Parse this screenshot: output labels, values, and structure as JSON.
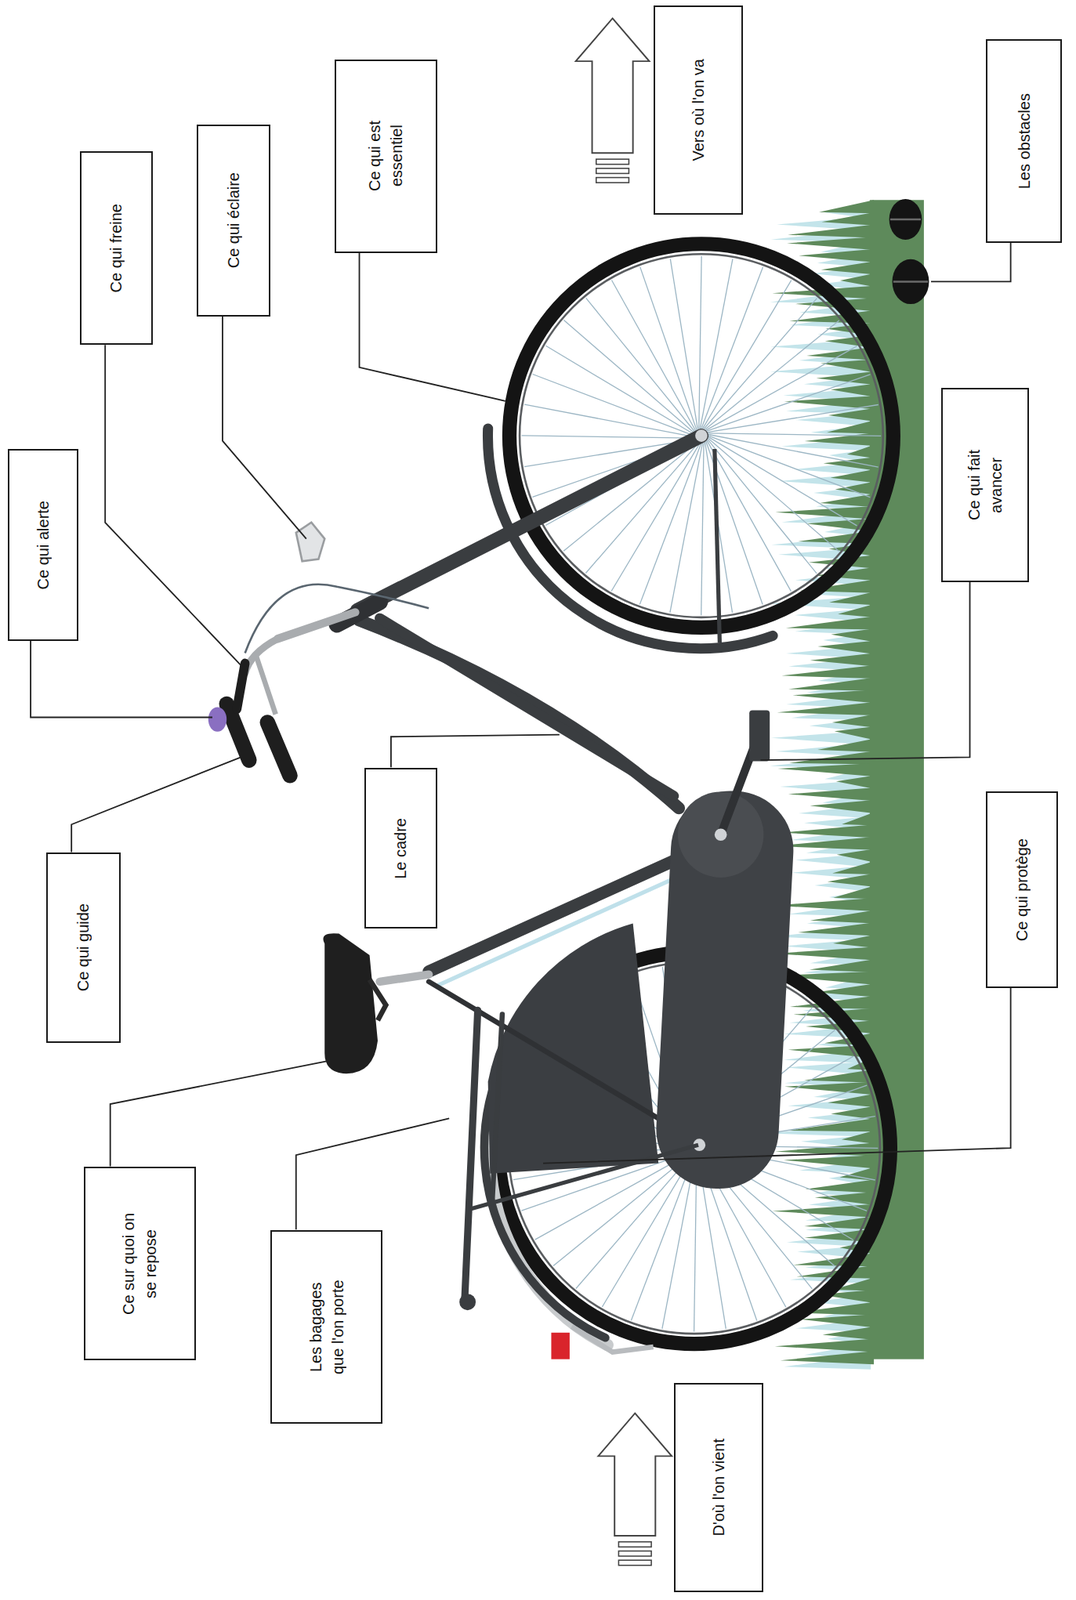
{
  "diagram": {
    "nodes": [
      {
        "text": [
          "Ce sur quoi on se repose"
        ]
      },
      {
        "text": [
          "Ce qui guide"
        ]
      },
      {
        "text": [
          "Ce qui alerte"
        ]
      },
      {
        "text": [
          "Ce qui freine"
        ]
      },
      {
        "text": [
          "Ce qui éclaire"
        ]
      },
      {
        "text": [
          "Les bagages que l'on porte"
        ]
      },
      {
        "text": [
          "Le cadre"
        ]
      },
      {
        "text": [
          "Ce qui est essentiel"
        ]
      },
      {
        "text": [
          "D'où l'on vient"
        ]
      },
      {
        "text": [
          "Vers où l'on va"
        ]
      },
      {
        "text": [
          "Ce qui protège"
        ]
      },
      {
        "text": [
          "Ce qui fait avancer"
        ]
      },
      {
        "text": [
          "Les obstacles"
        ]
      }
    ]
  }
}
